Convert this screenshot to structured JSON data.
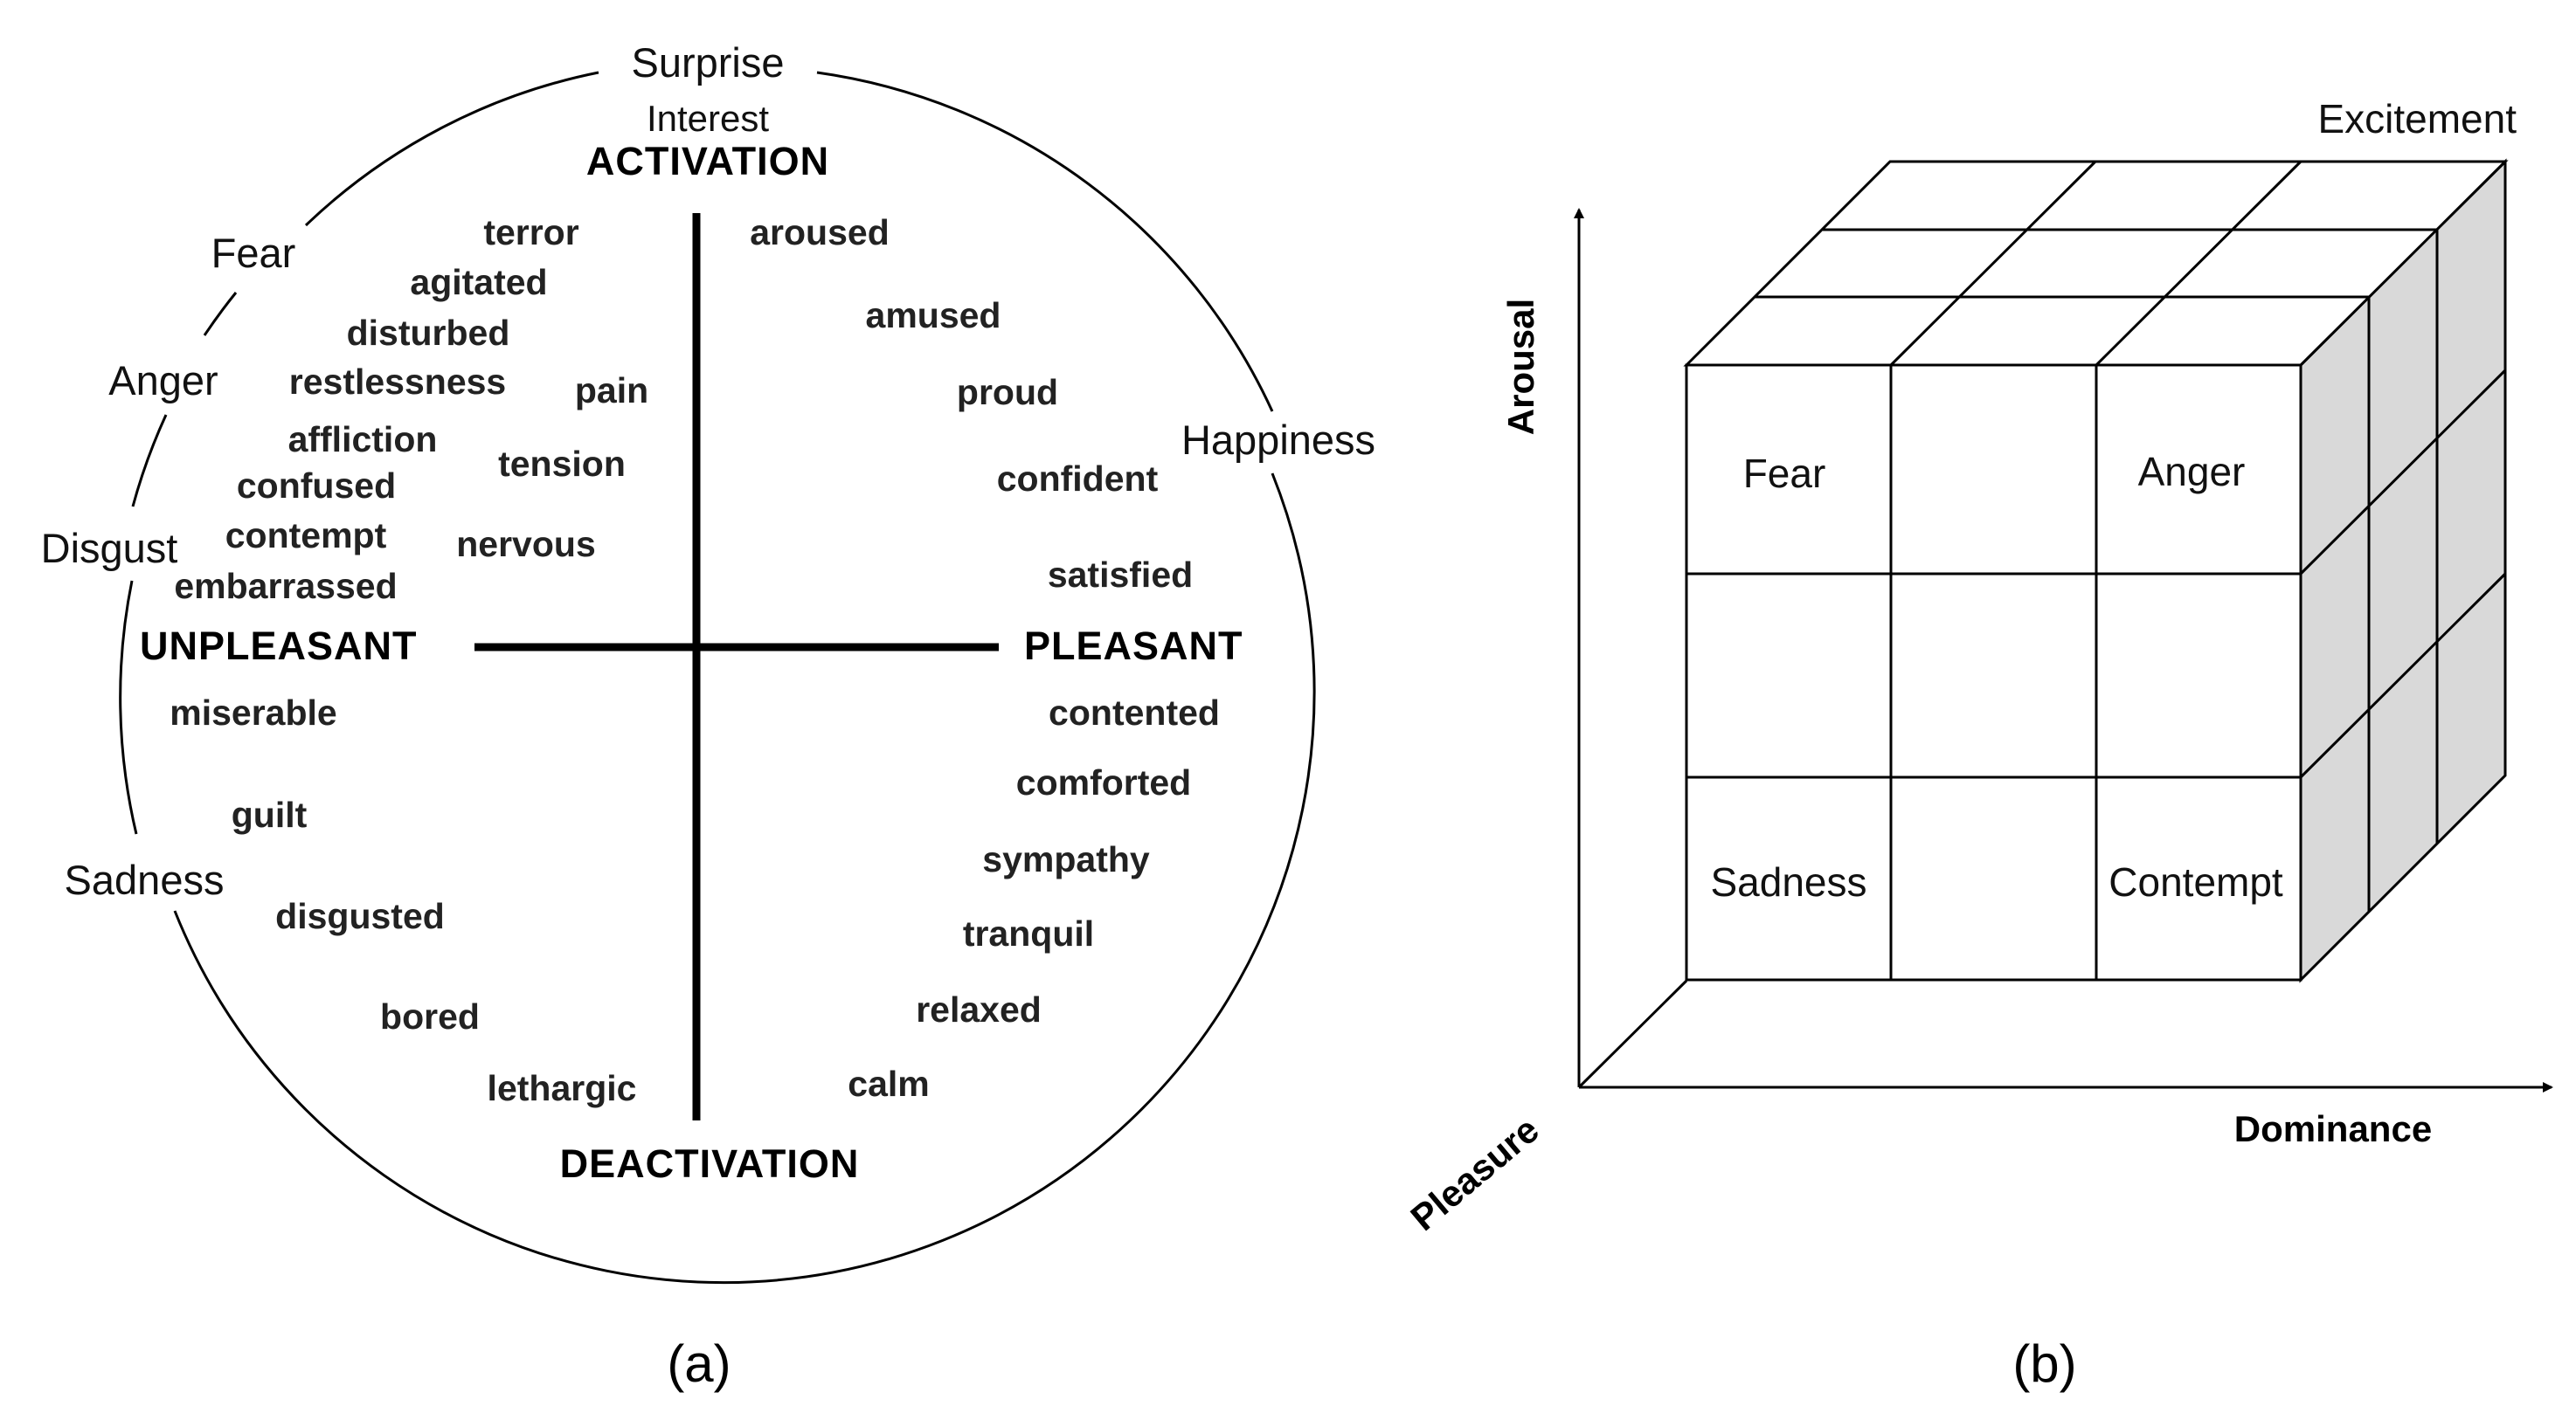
{
  "panel_a": {
    "caption": "(a)",
    "axes": {
      "top": "ACTIVATION",
      "bottom": "DEACTIVATION",
      "left": "UNPLEASANT",
      "right": "PLEASANT"
    },
    "outer_emotions": {
      "surprise": "Surprise",
      "interest": "Interest",
      "fear": "Fear",
      "anger": "Anger",
      "disgust": "Disgust",
      "sadness": "Sadness",
      "happiness": "Happiness"
    },
    "words": {
      "terror": "terror",
      "agitated": "agitated",
      "disturbed": "disturbed",
      "restlessness": "restlessness",
      "pain": "pain",
      "affliction": "affliction",
      "tension": "tension",
      "confused": "confused",
      "contempt": "contempt",
      "nervous": "nervous",
      "embarrassed": "embarrassed",
      "miserable": "miserable",
      "guilt": "guilt",
      "disgusted": "disgusted",
      "bored": "bored",
      "lethargic": "lethargic",
      "aroused": "aroused",
      "amused": "amused",
      "proud": "proud",
      "confident": "confident",
      "satisfied": "satisfied",
      "contented": "contented",
      "comforted": "comforted",
      "sympathy": "sympathy",
      "tranquil": "tranquil",
      "relaxed": "relaxed",
      "calm": "calm"
    }
  },
  "panel_b": {
    "caption": "(b)",
    "axes": {
      "arousal": "Arousal",
      "dominance": "Dominance",
      "pleasure": "Pleasure"
    },
    "labels": {
      "excitement": "Excitement",
      "fear": "Fear",
      "anger": "Anger",
      "sadness": "Sadness",
      "contempt": "Contempt"
    }
  },
  "colors": {
    "line": "#000000",
    "side_face": "#d9d9d9",
    "background": "#ffffff"
  }
}
